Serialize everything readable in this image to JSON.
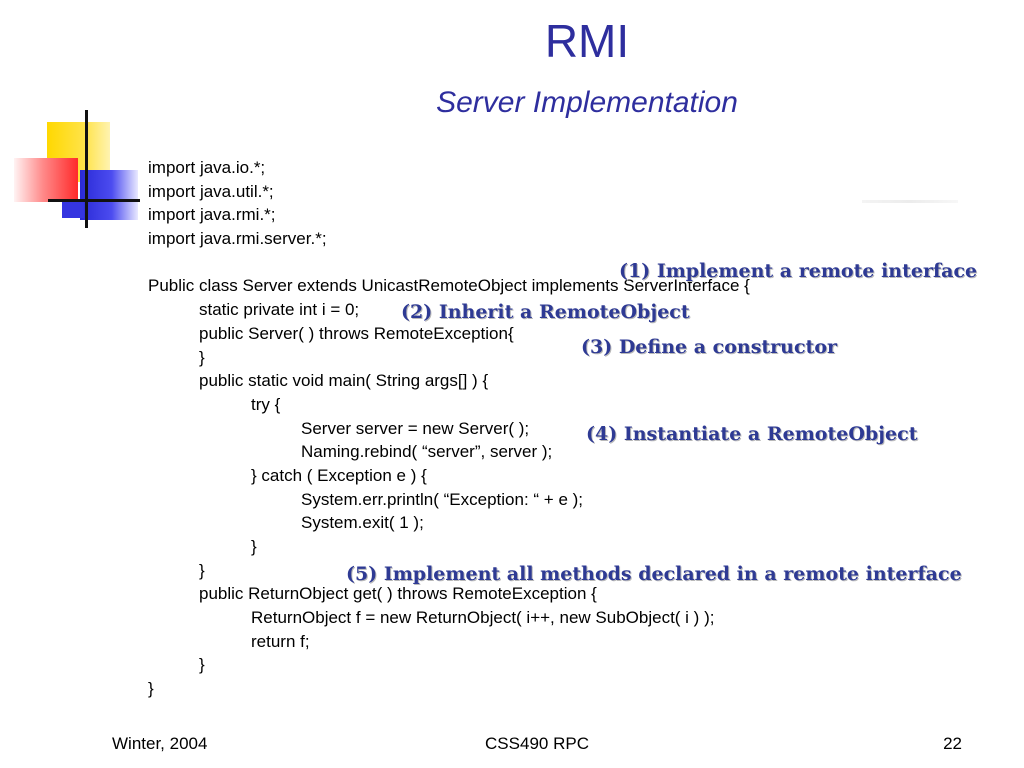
{
  "slide": {
    "title": "RMI",
    "subtitle": "Server Implementation"
  },
  "logo_icon": "four-colored-squares-with-crossed-lines-logo",
  "code_lines": [
    {
      "indent": 0,
      "text": "import java.io.*;"
    },
    {
      "indent": 0,
      "text": "import java.util.*;"
    },
    {
      "indent": 0,
      "text": "import java.rmi.*;"
    },
    {
      "indent": 0,
      "text": "import java.rmi.server.*;"
    },
    {
      "indent": 0,
      "text": ""
    },
    {
      "indent": 0,
      "text": "Public class Server extends UnicastRemoteObject implements ServerInterface {"
    },
    {
      "indent": 1,
      "text": "static private int i = 0;"
    },
    {
      "indent": 1,
      "text": "public Server( ) throws RemoteException{"
    },
    {
      "indent": 1,
      "text": "}"
    },
    {
      "indent": 1,
      "text": "public static void main( String args[] ) {"
    },
    {
      "indent": 2,
      "text": "try {"
    },
    {
      "indent": 3,
      "text": "Server server = new Server( );"
    },
    {
      "indent": 3,
      "text": "Naming.rebind( “server”, server );"
    },
    {
      "indent": 2,
      "text": "} catch ( Exception e ) {"
    },
    {
      "indent": 3,
      "text": "System.err.println( “Exception: “ + e );"
    },
    {
      "indent": 3,
      "text": "System.exit( 1 );"
    },
    {
      "indent": 2,
      "text": "}"
    },
    {
      "indent": 1,
      "text": "}"
    },
    {
      "indent": 1,
      "text": "public ReturnObject get( ) throws RemoteException {"
    },
    {
      "indent": 2,
      "text": "ReturnObject f = new ReturnObject( i++, new SubObject( i ) );"
    },
    {
      "indent": 2,
      "text": "return f;"
    },
    {
      "indent": 1,
      "text": "}"
    },
    {
      "indent": 0,
      "text": "}"
    }
  ],
  "annotations": {
    "a1": "(1) Implement a remote interface",
    "a2": "(2) Inherit a RemoteObject",
    "a3": "(3) Define a constructor",
    "a4": "(4) Instantiate a RemoteObject",
    "a5": "(5) Implement all methods declared in a remote interface"
  },
  "colors": {
    "title": "#2e2e9e",
    "annotation": "#2e3a94"
  },
  "footer": {
    "left": "Winter, 2004",
    "center": "CSS490 RPC",
    "right": "22"
  }
}
